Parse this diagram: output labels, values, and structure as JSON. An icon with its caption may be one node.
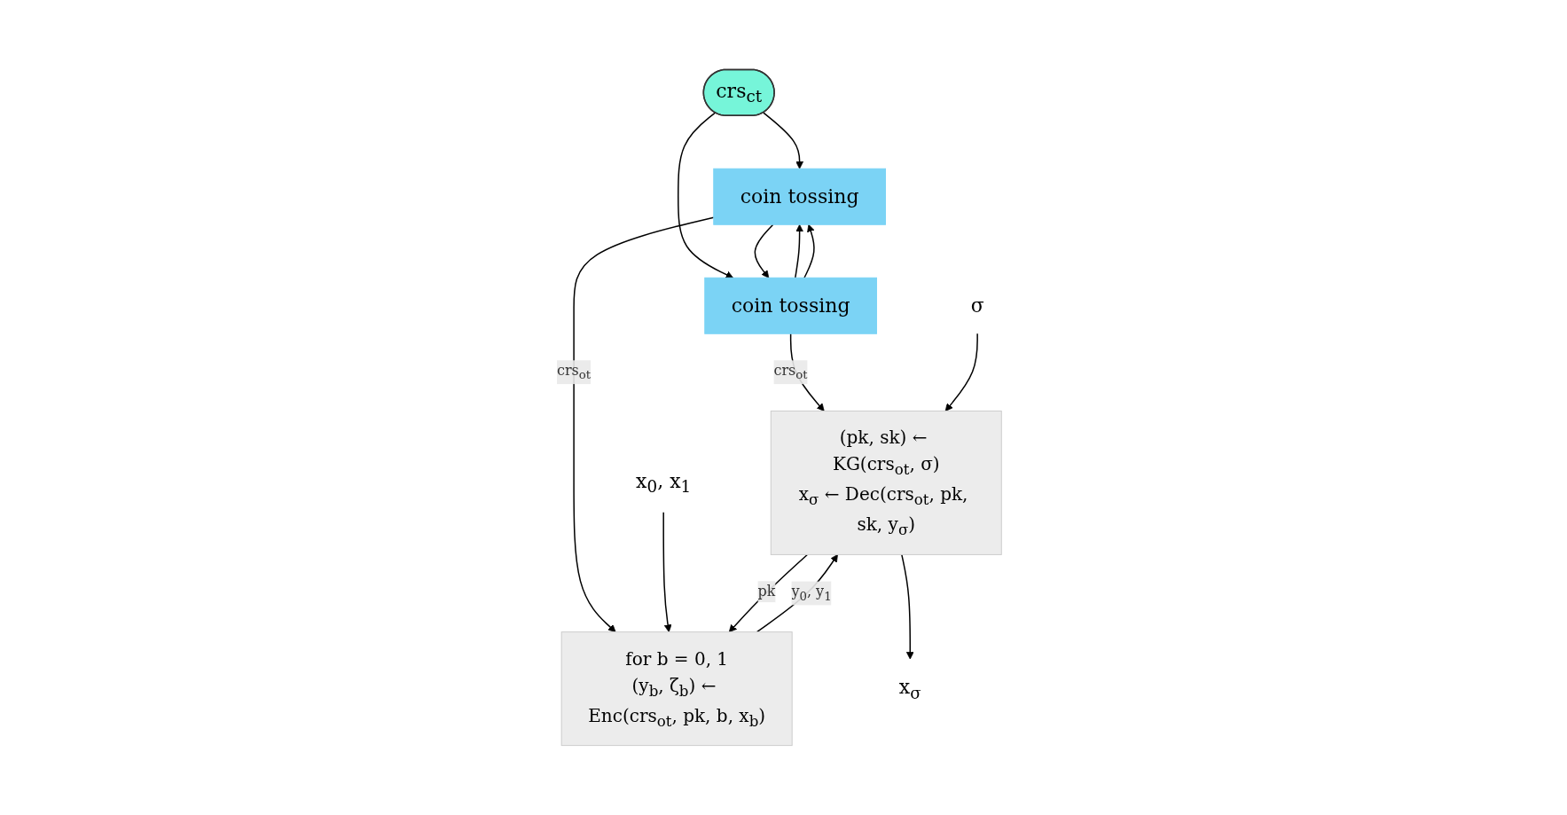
{
  "diagram": {
    "nodes": [
      {
        "text": [
          "crs$_{ct}$"
        ]
      },
      {
        "text": [
          "coin tossing"
        ]
      },
      {
        "text": [
          "coin tossing"
        ]
      },
      {
        "text": [
          "for b = 0, 1",
          "(y$_{b}$, ζ$_{b}$) ← Enc(crs$_{ot}$, pk, b, x$_{b}$)"
        ]
      },
      {
        "text": [
          "(pk, sk) ← KG(crs$_{ot}$, σ)",
          "x$_{σ}$ ← Dec(crs$_{ot}$, pk, sk, y$_{σ}$)"
        ]
      },
      {
        "text": [
          "x$_{0}$, x$_{1}$"
        ]
      },
      {
        "text": [
          "σ"
        ]
      },
      {
        "text": [
          "x$_{σ}$"
        ]
      }
    ],
    "edges": [
      {
        "from": 0,
        "to": 1,
        "arrow": "to"
      },
      {
        "from": 0,
        "to": 2,
        "arrow": "to"
      },
      {
        "from": 2,
        "to": 1,
        "arrow": "to"
      },
      {
        "from": 1,
        "to": 2,
        "arrow": "to"
      },
      {
        "from": 2,
        "to": 1,
        "arrow": "to"
      },
      {
        "from": 1,
        "to": 3,
        "label": "crs$_{ot}$",
        "arrow": "to"
      },
      {
        "from": 2,
        "to": 4,
        "label": "crs$_{ot}$",
        "arrow": "to"
      },
      {
        "from": 5,
        "to": 3,
        "arrow": "to"
      },
      {
        "from": 6,
        "to": 4,
        "arrow": "to"
      },
      {
        "from": 4,
        "to": 3,
        "label": "pk",
        "arrow": "to"
      },
      {
        "from": 3,
        "to": 4,
        "label": "y$_{0}$, y$_{1}$",
        "arrow": "to"
      },
      {
        "from": 4,
        "to": 7,
        "arrow": "to"
      }
    ]
  }
}
